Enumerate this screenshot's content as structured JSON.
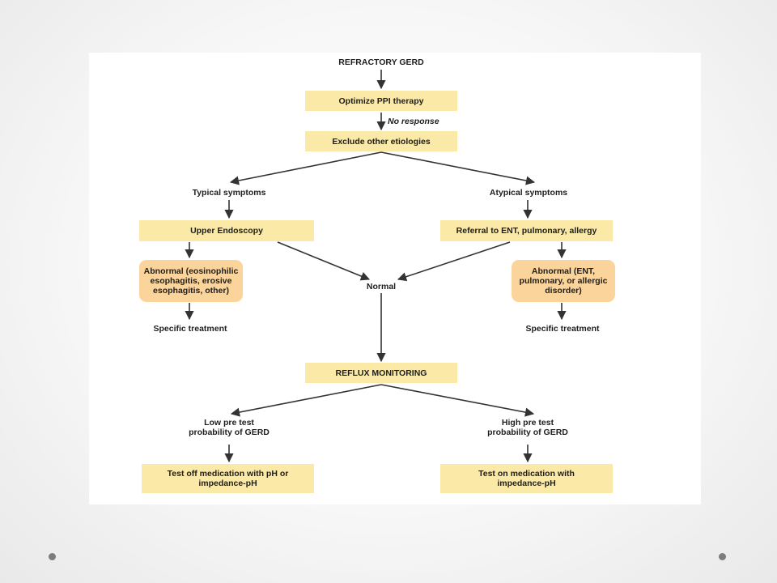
{
  "flowchart": {
    "start": "REFRACTORY GERD",
    "optimize": "Optimize PPI therapy",
    "no_response": "No response",
    "exclude": "Exclude other etiologies",
    "typical": "Typical symptoms",
    "atypical": "Atypical symptoms",
    "endoscopy": "Upper Endoscopy",
    "referral": "Referral to ENT, pulmonary, allergy",
    "abnormal_left": "Abnormal (eosinophilic esophagitis, erosive esophagitis, other)",
    "abnormal_right": "Abnormal (ENT, pulmonary, or allergic disorder)",
    "normal": "Normal",
    "specific_left": "Specific treatment",
    "specific_right": "Specific treatment",
    "reflux": "REFLUX MONITORING",
    "low_prob": "Low pre test probability of GERD",
    "high_prob": "High pre test probability of GERD",
    "test_off": "Test off medication with pH or impedance-pH",
    "test_on": "Test on medication with impedance-pH"
  },
  "colors": {
    "box_fill": "#fbe9a8",
    "abnormal_fill": "#fbd49b",
    "arrow": "#333333"
  }
}
